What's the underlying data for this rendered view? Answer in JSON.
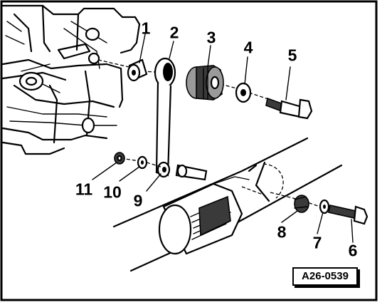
{
  "figure": {
    "reference_code": "A26-0539",
    "callouts": [
      {
        "id": "1",
        "text": "1"
      },
      {
        "id": "2",
        "text": "2"
      },
      {
        "id": "3",
        "text": "3"
      },
      {
        "id": "4",
        "text": "4"
      },
      {
        "id": "5",
        "text": "5"
      },
      {
        "id": "6",
        "text": "6"
      },
      {
        "id": "7",
        "text": "7"
      },
      {
        "id": "8",
        "text": "8"
      },
      {
        "id": "9",
        "text": "9"
      },
      {
        "id": "10",
        "text": "10"
      },
      {
        "id": "11",
        "text": "11"
      }
    ]
  }
}
